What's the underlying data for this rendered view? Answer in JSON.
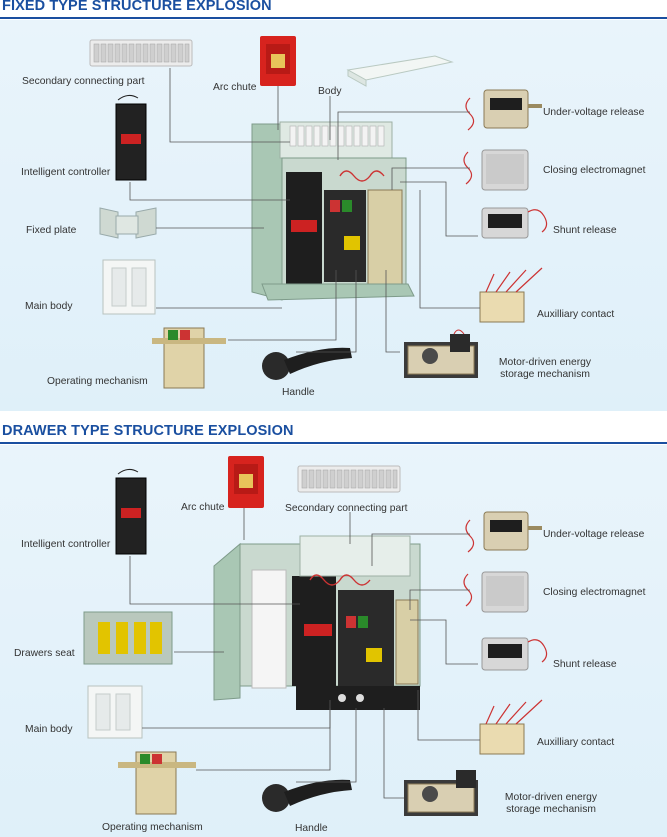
{
  "fixed": {
    "title": "FIXED TYPE STRUCTURE EXPLOSION",
    "labels": {
      "secondary_connecting_part": "Secondary connecting part",
      "arc_chute": "Arc chute",
      "body": "Body",
      "intelligent_controller": "Intelligent controller",
      "fixed_plate": "Fixed plate",
      "main_body": "Main body",
      "operating_mechanism": "Operating mechanism",
      "handle": "Handle",
      "under_voltage_release": "Under-voltage release",
      "closing_electromagnet": "Closing electromagnet",
      "shunt_release": "Shunt release",
      "auxiliary_contact": "Auxilliary contact",
      "motor_driven_line1": "Motor-driven energy",
      "motor_driven_line2": "storage mechanism"
    }
  },
  "drawer": {
    "title": "DRAWER TYPE STRUCTURE EXPLOSION",
    "labels": {
      "arc_chute": "Arc chute",
      "secondary_connecting_part": "Secondary connecting part",
      "intelligent_controller": "Intelligent controller",
      "drawers_seat": "Drawers seat",
      "main_body": "Main body",
      "operating_mechanism": "Operating mechanism",
      "handle": "Handle",
      "under_voltage_release": "Under-voltage release",
      "closing_electromagnet": "Closing electromagnet",
      "shunt_release": "Shunt release",
      "auxiliary_contact": "Auxilliary contact",
      "motor_driven_line1": "Motor-driven energy",
      "motor_driven_line2": "storage mechanism"
    }
  },
  "colors": {
    "title_blue": "#1a4fa0",
    "panel_bg": "#e3f1fa",
    "leader_line": "#555555",
    "breaker_green": "#a9c7b4",
    "controller_black": "#1e1e1e",
    "arc_chute_red": "#d7231e"
  }
}
